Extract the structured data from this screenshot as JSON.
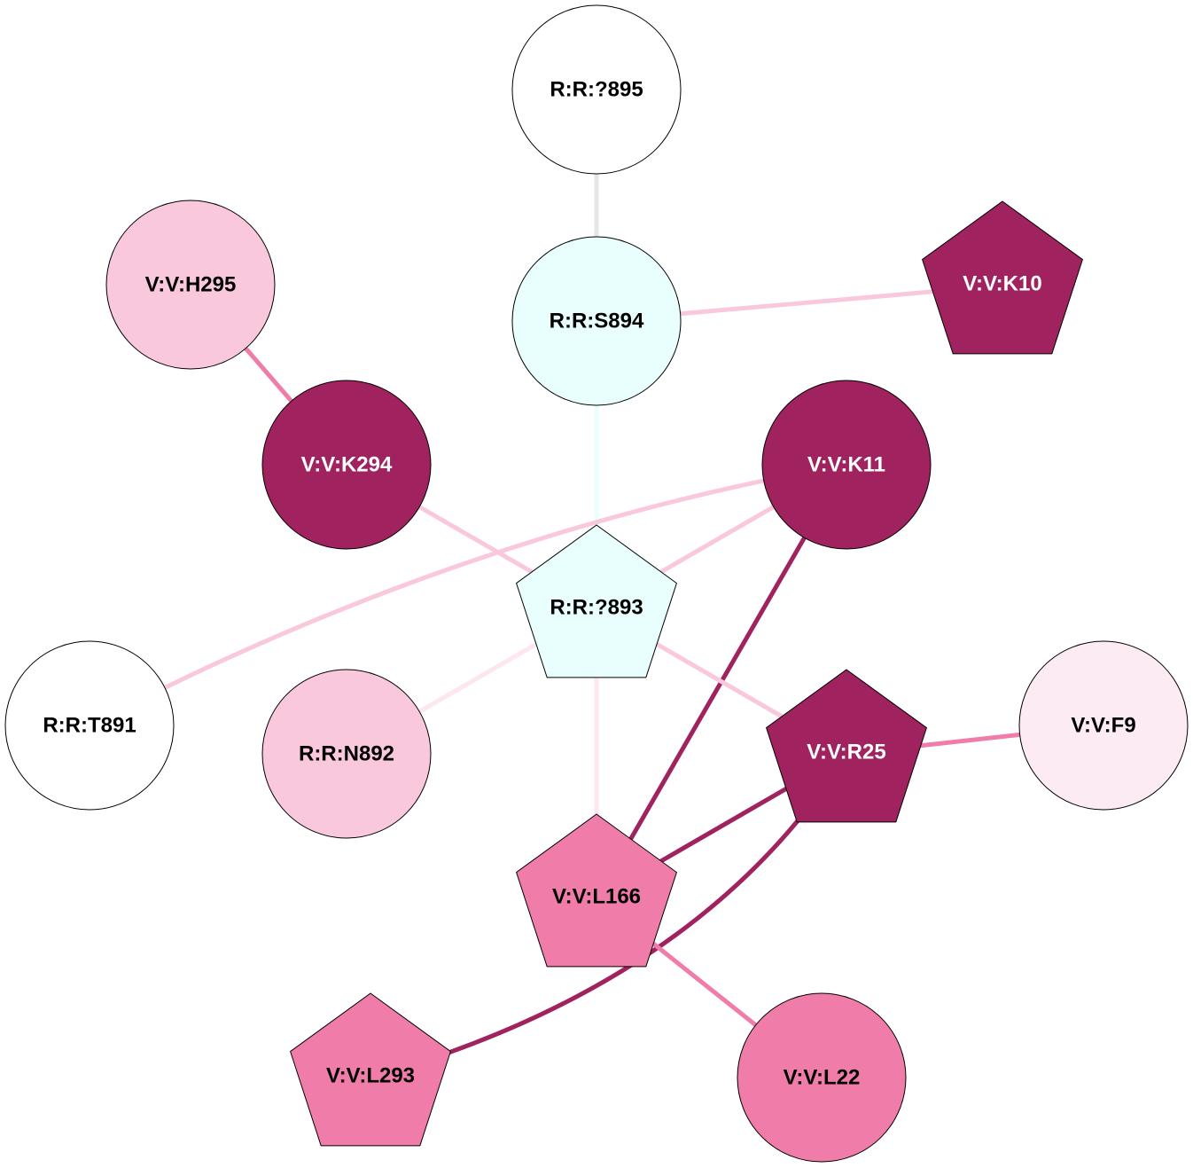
{
  "colors": {
    "dark": "#a0225e",
    "mid": "#f07caa",
    "light": "#f9c8dd",
    "pale": "#fcebf3",
    "cyan": "#e8fffd",
    "white": "#ffffff",
    "gray": "#e6e6e6",
    "palest": "#fde6ef"
  },
  "nodes": [
    {
      "id": "R:R:?895",
      "shape": "circle",
      "fill": "white"
    },
    {
      "id": "R:R:S894",
      "shape": "circle",
      "fill": "cyan"
    },
    {
      "id": "V:V:K10",
      "shape": "pentagon",
      "fill": "dark"
    },
    {
      "id": "V:V:H295",
      "shape": "circle",
      "fill": "light"
    },
    {
      "id": "V:V:K294",
      "shape": "circle",
      "fill": "dark"
    },
    {
      "id": "V:V:K11",
      "shape": "circle",
      "fill": "dark"
    },
    {
      "id": "R:R:?893",
      "shape": "pentagon",
      "fill": "cyan"
    },
    {
      "id": "R:R:T891",
      "shape": "circle",
      "fill": "white"
    },
    {
      "id": "R:R:N892",
      "shape": "circle",
      "fill": "light"
    },
    {
      "id": "V:V:R25",
      "shape": "pentagon",
      "fill": "dark"
    },
    {
      "id": "V:V:F9",
      "shape": "circle",
      "fill": "pale"
    },
    {
      "id": "V:V:L166",
      "shape": "pentagon",
      "fill": "mid"
    },
    {
      "id": "V:V:L293",
      "shape": "pentagon",
      "fill": "mid"
    },
    {
      "id": "V:V:L22",
      "shape": "circle",
      "fill": "mid"
    }
  ],
  "edges": [
    {
      "from": "R:R:?895",
      "to": "R:R:S894",
      "color": "gray"
    },
    {
      "from": "R:R:S894",
      "to": "V:V:K10",
      "color": "light"
    },
    {
      "from": "R:R:S894",
      "to": "R:R:?893",
      "color": "cyan"
    },
    {
      "from": "V:V:H295",
      "to": "V:V:K294",
      "color": "mid"
    },
    {
      "from": "V:V:K294",
      "to": "R:R:?893",
      "color": "light"
    },
    {
      "from": "V:V:K11",
      "to": "R:R:?893",
      "color": "light"
    },
    {
      "from": "V:V:K11",
      "to": "R:R:T891",
      "color": "light",
      "curved": true
    },
    {
      "from": "V:V:K11",
      "to": "V:V:L166",
      "color": "dark"
    },
    {
      "from": "R:R:?893",
      "to": "R:R:N892",
      "color": "palest"
    },
    {
      "from": "R:R:?893",
      "to": "V:V:R25",
      "color": "light"
    },
    {
      "from": "R:R:?893",
      "to": "V:V:L166",
      "color": "palest"
    },
    {
      "from": "V:V:R25",
      "to": "V:V:F9",
      "color": "mid"
    },
    {
      "from": "V:V:R25",
      "to": "V:V:L166",
      "color": "dark"
    },
    {
      "from": "V:V:R25",
      "to": "V:V:L293",
      "color": "dark",
      "curved": true
    },
    {
      "from": "V:V:L166",
      "to": "V:V:L22",
      "color": "mid"
    }
  ]
}
